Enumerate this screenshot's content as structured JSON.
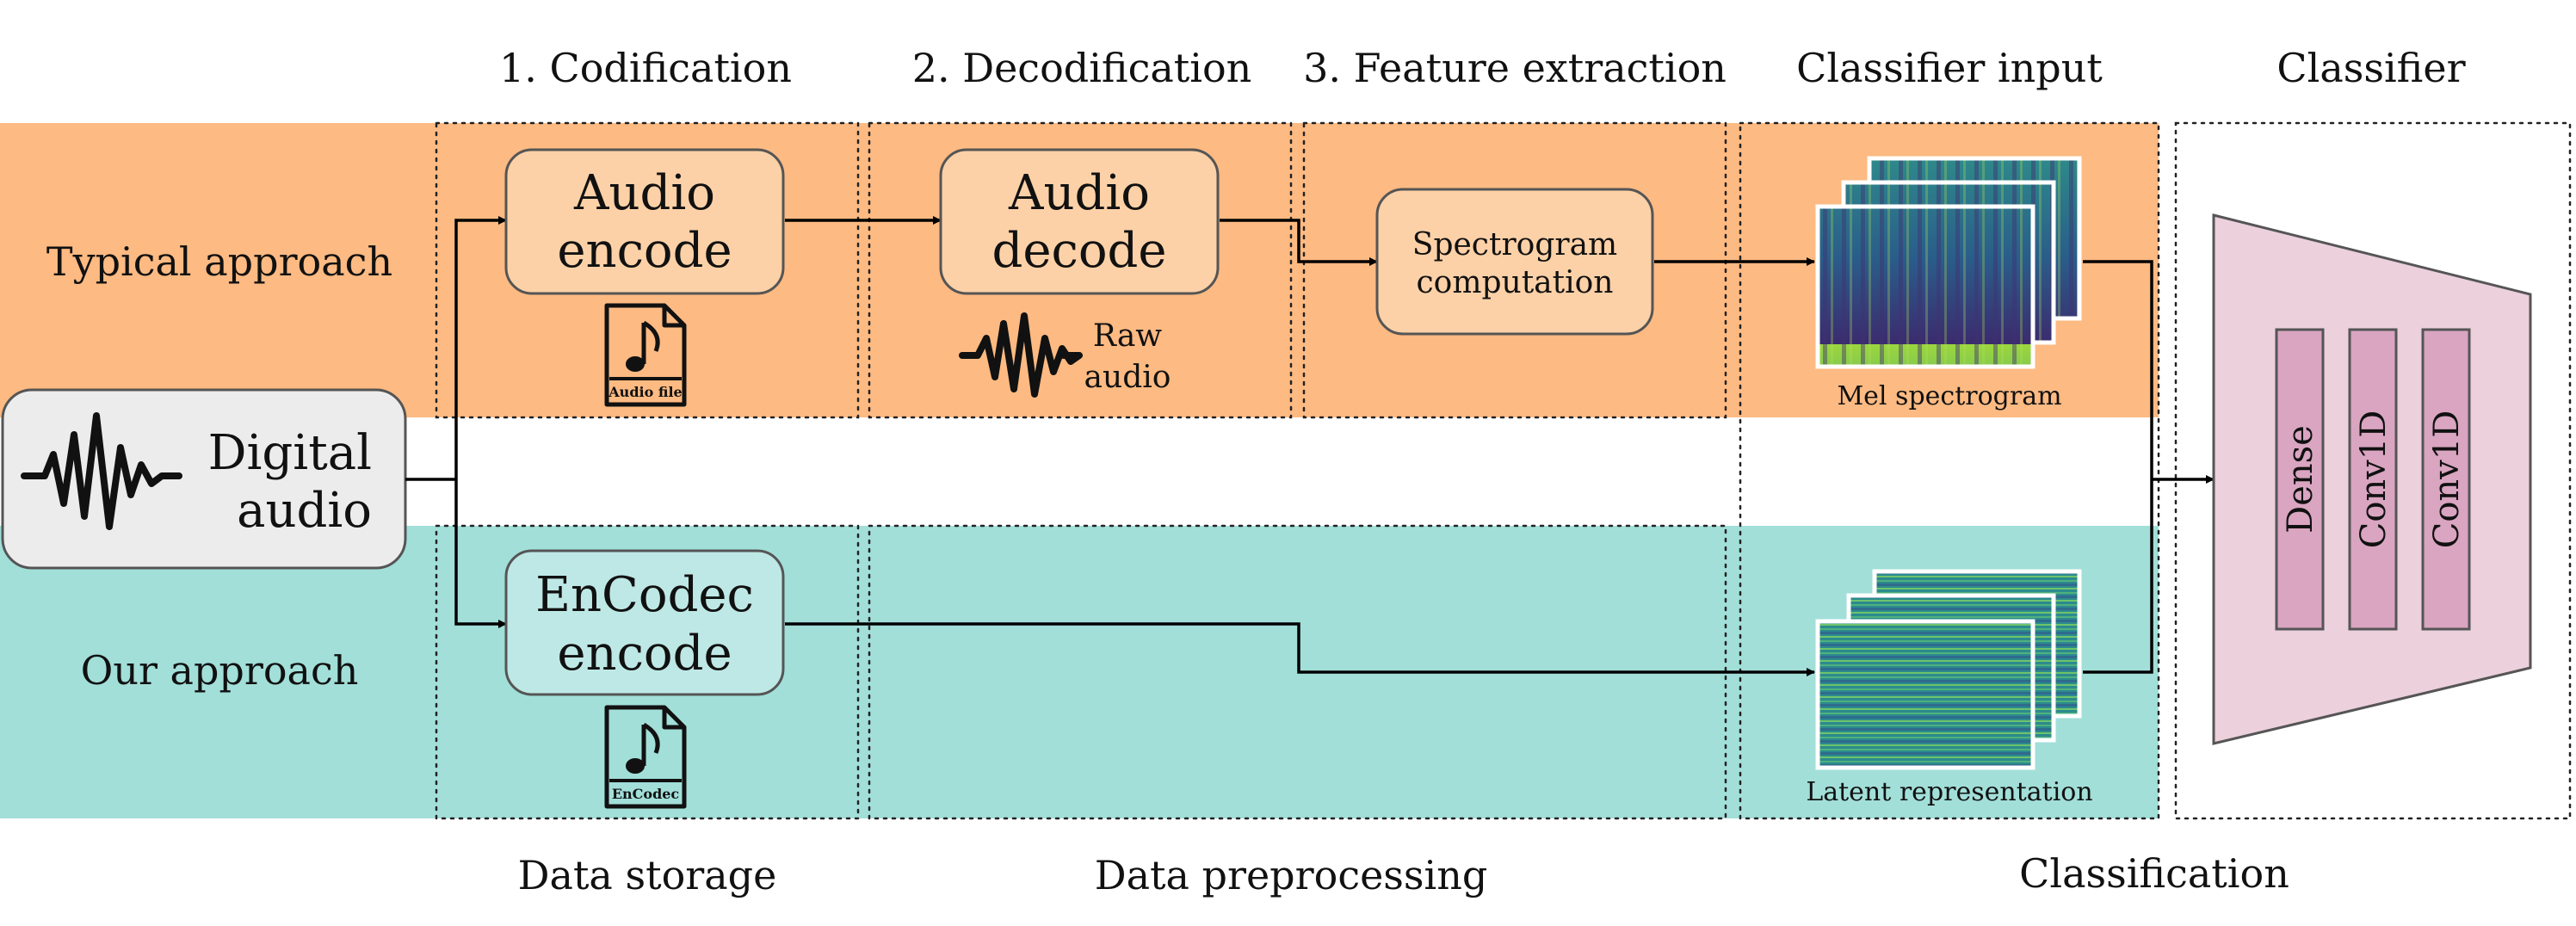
{
  "headers": {
    "codification": "1. Codification",
    "decodification": "2. Decodification",
    "feature_extraction": "3. Feature extraction",
    "classifier_input": "Classifier input",
    "classifier": "Classifier"
  },
  "rows": {
    "typical": "Typical approach",
    "ours": "Our approach"
  },
  "input": {
    "line1": "Digital",
    "line2": "audio"
  },
  "typical": {
    "audio_encode": [
      "Audio",
      "encode"
    ],
    "file_icon_label": "Audio file",
    "audio_decode": [
      "Audio",
      "decode"
    ],
    "raw_audio": [
      "Raw",
      "audio"
    ],
    "spectrogram": [
      "Spectrogram",
      "computation"
    ],
    "mel_label": "Mel spectrogram"
  },
  "ours": {
    "encodec_encode": [
      "EnCodec",
      "encode"
    ],
    "file_icon_label": "EnCodec",
    "latent_label": "Latent representation"
  },
  "classifier": {
    "layers": [
      "Dense",
      "Conv1D",
      "Conv1D"
    ]
  },
  "bottom": {
    "data_storage": "Data storage",
    "data_preprocessing": "Data preprocessing",
    "classification": "Classification"
  },
  "colors": {
    "orange_band": "#fdba82",
    "teal_band": "#a2dfd9",
    "orange_box": "#fdd1a7",
    "teal_box": "#bee8e5",
    "input_box": "#ececec",
    "classifier_body": "#ecd0dc",
    "layer_fill": "#d9a5c1"
  }
}
